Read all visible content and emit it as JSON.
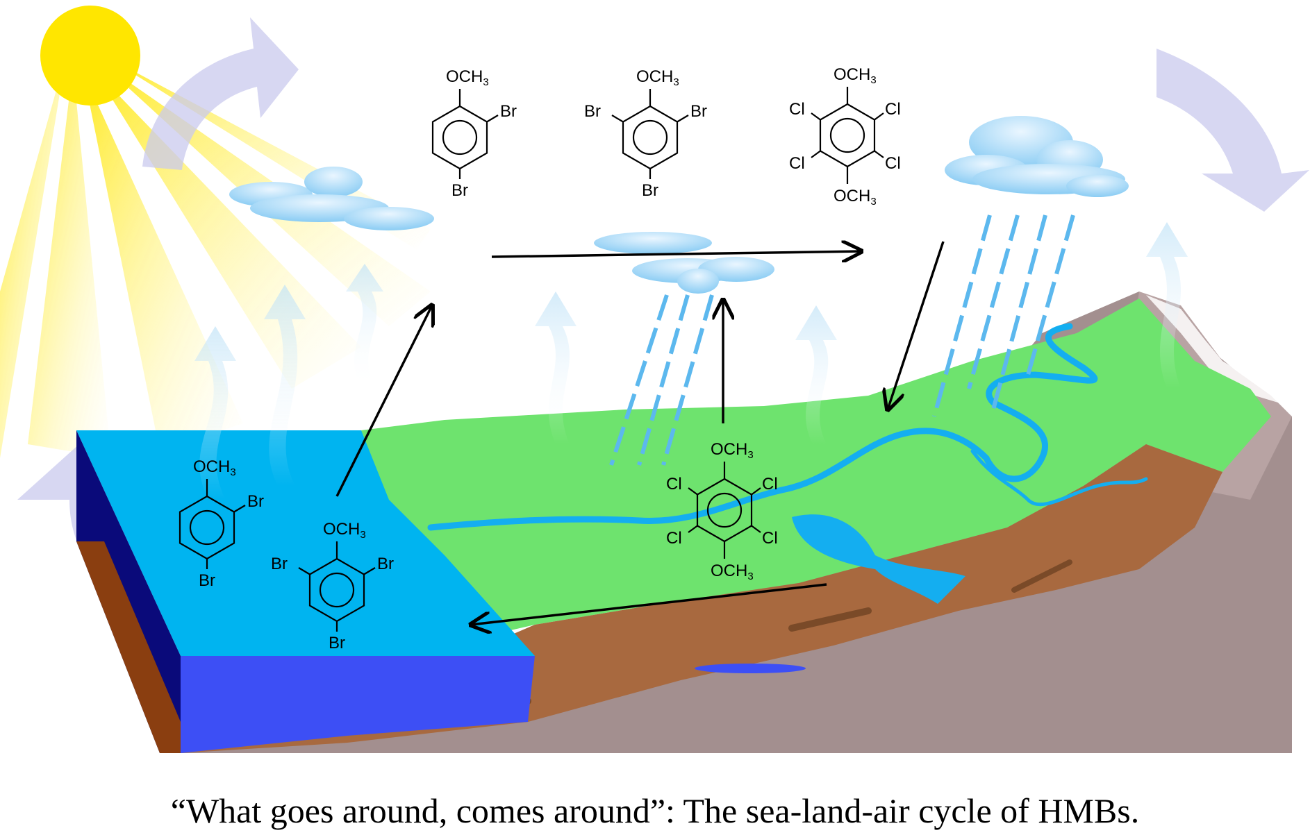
{
  "caption": "“What goes around, comes around”:  The sea-land-air cycle of HMBs.",
  "colors": {
    "sky": "#ffffff",
    "sun": "#ffe600",
    "sea_surface": "#00b4f0",
    "sea_side": "#3d4ff5",
    "sea_dark": "#0a0a7a",
    "land": "#6ee36e",
    "soil": "#a8693f",
    "rock": "#a38f8f",
    "river": "#14aef0",
    "cloud": "#8fd0f5",
    "rain": "#5cb8ee",
    "cycle_arrow": "#c9c9ee",
    "vapor": "#d8eefa",
    "arrow": "#000000"
  },
  "molecules": {
    "dibromoanisole_24": {
      "top": "OCH",
      "top_sub": "3",
      "sub1": "Br",
      "sub2": "Br"
    },
    "tribromoanisole_246": {
      "top": "OCH",
      "top_sub": "3",
      "left": "Br",
      "right": "Br",
      "bottom": "Br"
    },
    "tetrachloro_dimethoxybenzene": {
      "top": "OCH",
      "top_sub": "3",
      "bottom": "OCH",
      "bottom_sub": "3",
      "cl": "Cl"
    }
  }
}
